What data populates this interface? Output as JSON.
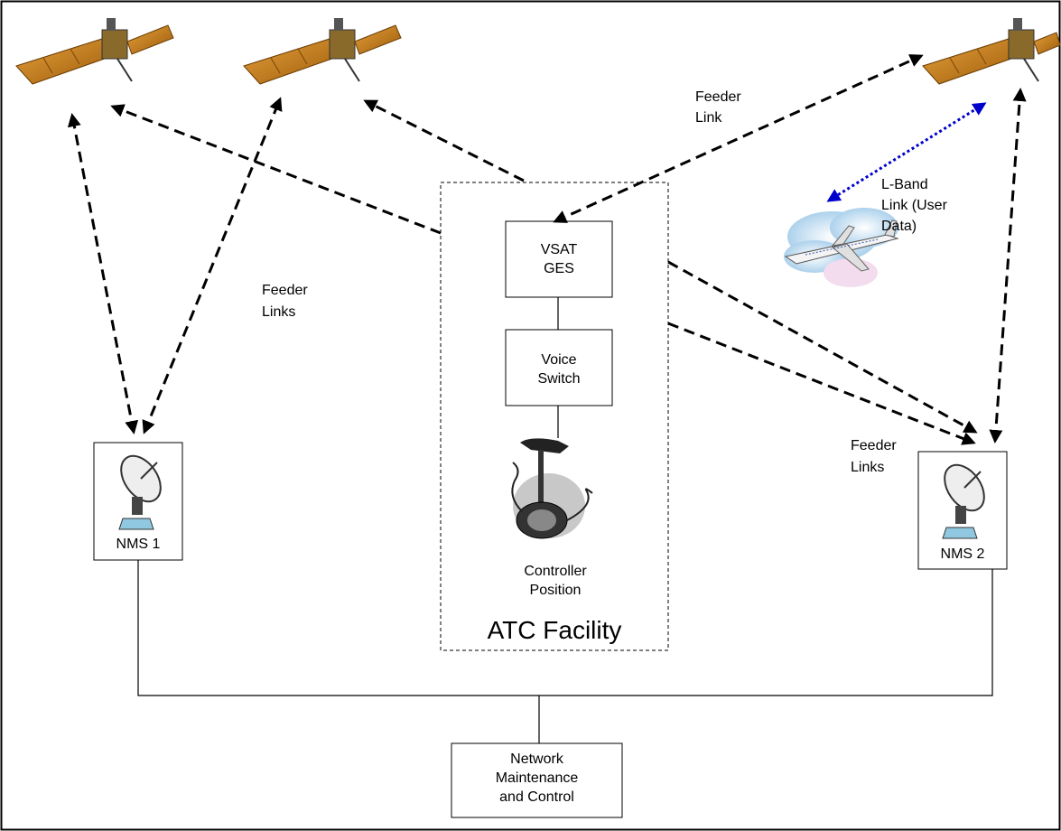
{
  "facility": {
    "title": "ATC Facility"
  },
  "nodes": {
    "vsat_ges": [
      "VSAT",
      "GES"
    ],
    "voice_switch": [
      "Voice",
      "Switch"
    ],
    "controller": [
      "Controller",
      "Position"
    ],
    "nms1": "NMS 1",
    "nms2": "NMS 2",
    "network": [
      "Network",
      "Maintenance",
      "and Control"
    ]
  },
  "labels": {
    "feeder_link_top": [
      "Feeder",
      "Link"
    ],
    "feeder_links_left": [
      "Feeder",
      "Links"
    ],
    "feeder_links_right": [
      "Feeder",
      "Links"
    ],
    "lband": [
      "L-Band",
      "Link (User",
      "Data)"
    ]
  },
  "icons": [
    "satellite-icon",
    "aircraft-icon",
    "microphone-icon",
    "satellite-dish-icon"
  ],
  "colors": {
    "dashed_link": "#000000",
    "lband_link": "#0000cc",
    "solar_panel": "#c8780f"
  }
}
